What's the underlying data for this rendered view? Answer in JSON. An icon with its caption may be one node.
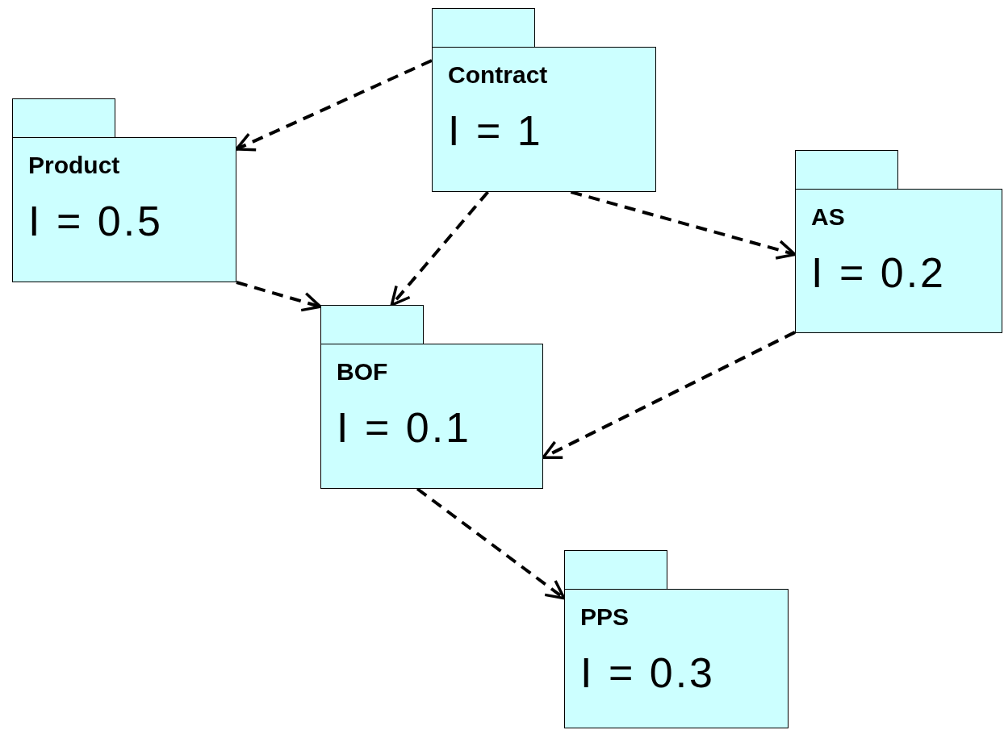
{
  "diagram": {
    "nodes": [
      {
        "text": [
          "Contract",
          "I = 1"
        ]
      },
      {
        "text": [
          "Product",
          "I = 0.5"
        ]
      },
      {
        "text": [
          "AS",
          "I = 0.2"
        ]
      },
      {
        "text": [
          "BOF",
          "I = 0.1"
        ]
      },
      {
        "text": [
          "PPS",
          "I = 0.3"
        ]
      }
    ],
    "edges": [
      {
        "from": 0,
        "to": 1,
        "arrow": "to",
        "style": "dashed"
      },
      {
        "from": 0,
        "to": 3,
        "arrow": "to",
        "style": "dashed"
      },
      {
        "from": 0,
        "to": 2,
        "arrow": "to",
        "style": "dashed"
      },
      {
        "from": 1,
        "to": 3,
        "arrow": "to",
        "style": "dashed"
      },
      {
        "from": 2,
        "to": 3,
        "arrow": "to",
        "style": "dashed"
      },
      {
        "from": 3,
        "to": 4,
        "arrow": "to",
        "style": "dashed"
      }
    ]
  }
}
